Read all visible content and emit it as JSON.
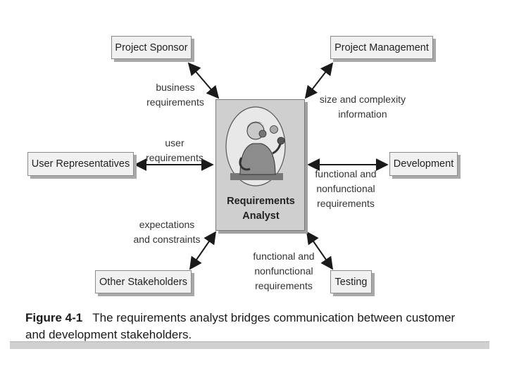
{
  "diagram": {
    "center": {
      "title_line1": "Requirements",
      "title_line2": "Analyst"
    },
    "stakeholders": {
      "project_sponsor": "Project Sponsor",
      "project_management": "Project Management",
      "user_representatives": "User Representatives",
      "development": "Development",
      "other_stakeholders": "Other Stakeholders",
      "testing": "Testing"
    },
    "flows": {
      "business": [
        "business",
        "requirements"
      ],
      "size": [
        "size and complexity",
        "information"
      ],
      "user": [
        "user",
        "requirements"
      ],
      "dev_functional": [
        "functional and",
        "nonfunctional",
        "requirements"
      ],
      "expectations": [
        "expectations",
        "and constraints"
      ],
      "test_functional": [
        "functional and",
        "nonfunctional",
        "requirements"
      ]
    }
  },
  "caption": {
    "label": "Figure 4-1",
    "text": "The requirements analyst bridges communication between customer and development stakeholders."
  }
}
